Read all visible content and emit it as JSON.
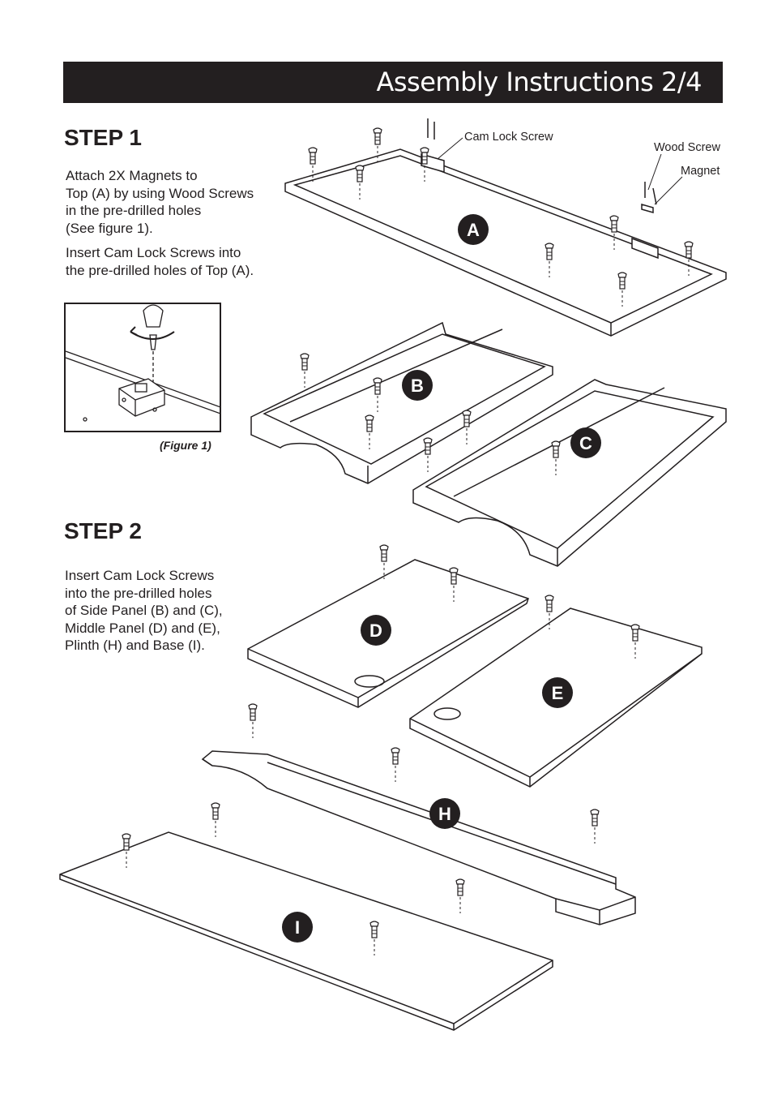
{
  "header": {
    "title": "Assembly Instructions 2/4"
  },
  "step1": {
    "heading": "STEP 1",
    "paragraph1": "Attach 2X Magnets to\nTop (A) by using Wood Screws\nin the pre-drilled holes\n(See figure 1).",
    "paragraph2": "Insert Cam Lock Screws into\nthe pre-drilled holes of Top (A).",
    "figure_caption": "(Figure 1)"
  },
  "step2": {
    "heading": "STEP 2",
    "paragraph": "Insert Cam Lock Screws\ninto the pre-drilled holes\nof Side Panel (B) and (C),\nMiddle Panel (D) and (E),\nPlinth (H) and Base (I)."
  },
  "callouts": {
    "cam_lock_screw": "Cam Lock Screw",
    "wood_screw": "Wood Screw",
    "magnet": "Magnet"
  },
  "parts": {
    "top": "A",
    "side_panel_left": "B",
    "side_panel_right": "C",
    "middle_panel_left": "D",
    "middle_panel_right": "E",
    "plinth": "H",
    "base": "I"
  },
  "colors": {
    "ink": "#231f20",
    "paper": "#ffffff"
  }
}
